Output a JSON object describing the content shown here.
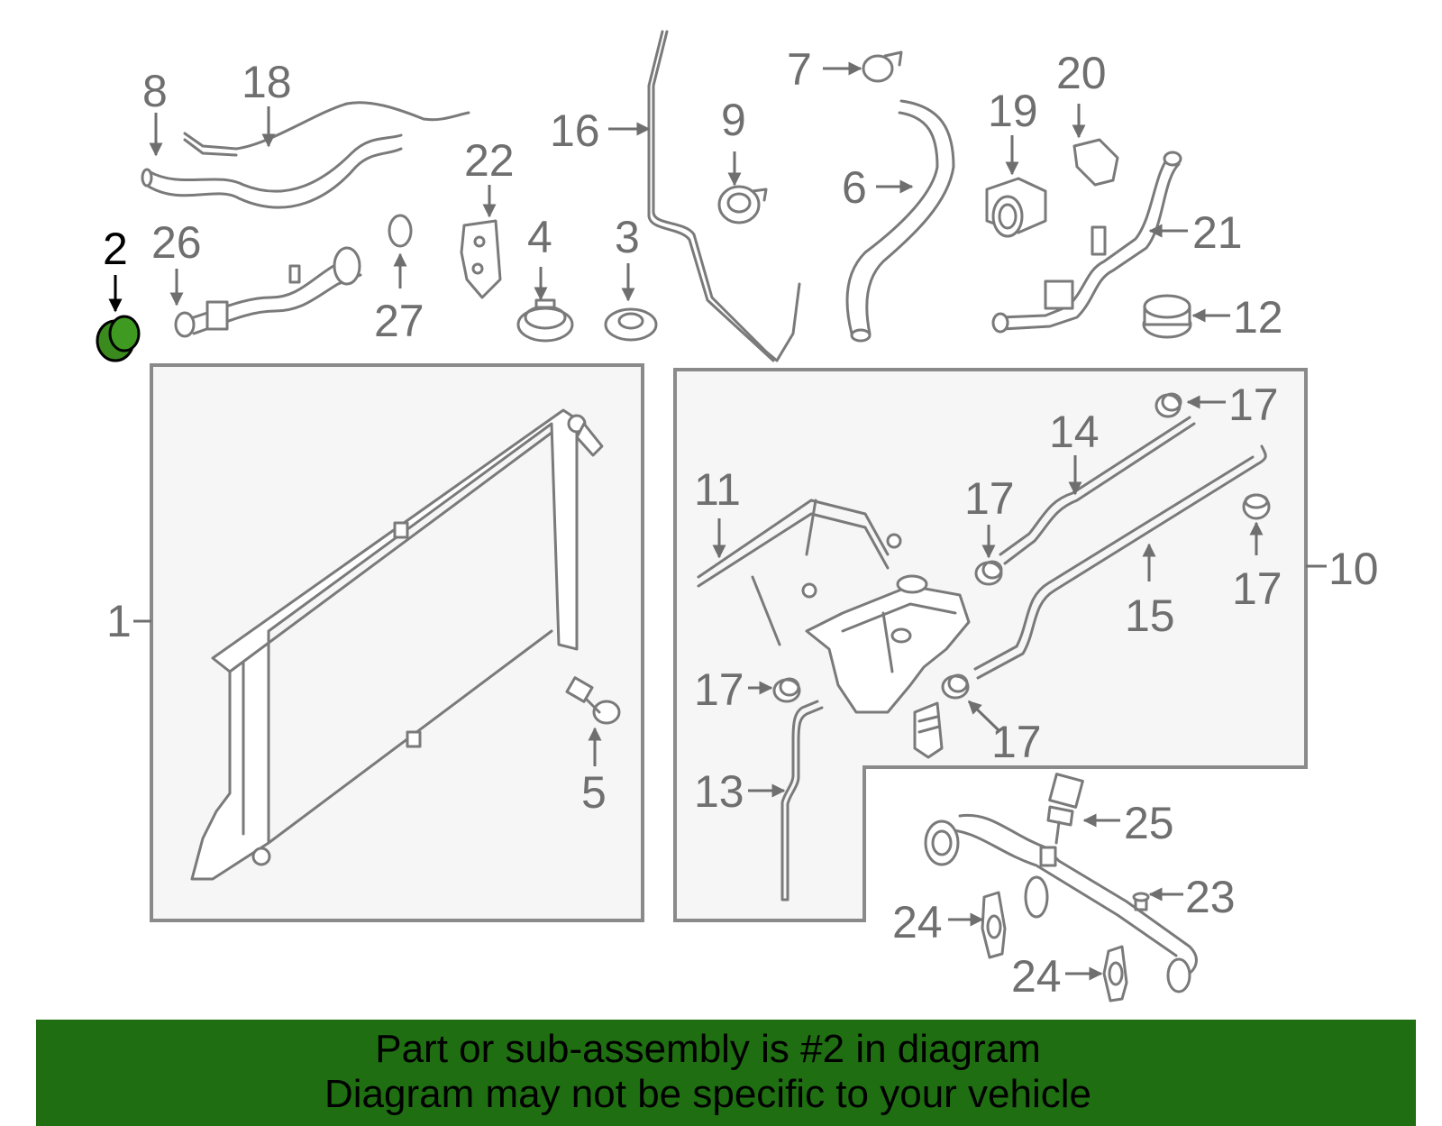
{
  "callouts": {
    "c1": "1",
    "c2": "2",
    "c3": "3",
    "c4": "4",
    "c5": "5",
    "c6": "6",
    "c7": "7",
    "c8": "8",
    "c9": "9",
    "c10": "10",
    "c11": "11",
    "c12": "12",
    "c13": "13",
    "c14": "14",
    "c15": "15",
    "c16": "16",
    "c17a": "17",
    "c17b": "17",
    "c17c": "17",
    "c17d": "17",
    "c17e": "17",
    "c18": "18",
    "c19": "19",
    "c20": "20",
    "c21": "21",
    "c22": "22",
    "c23": "23",
    "c24a": "24",
    "c24b": "24",
    "c25": "25",
    "c26": "26",
    "c27": "27"
  },
  "highlight": {
    "part_number": "2",
    "color": "#3a8a1e"
  },
  "banner": {
    "line1": "Part or sub-assembly is #2 in diagram",
    "line2": "Diagram may not be specific to your vehicle",
    "color": "#1f6e12"
  }
}
